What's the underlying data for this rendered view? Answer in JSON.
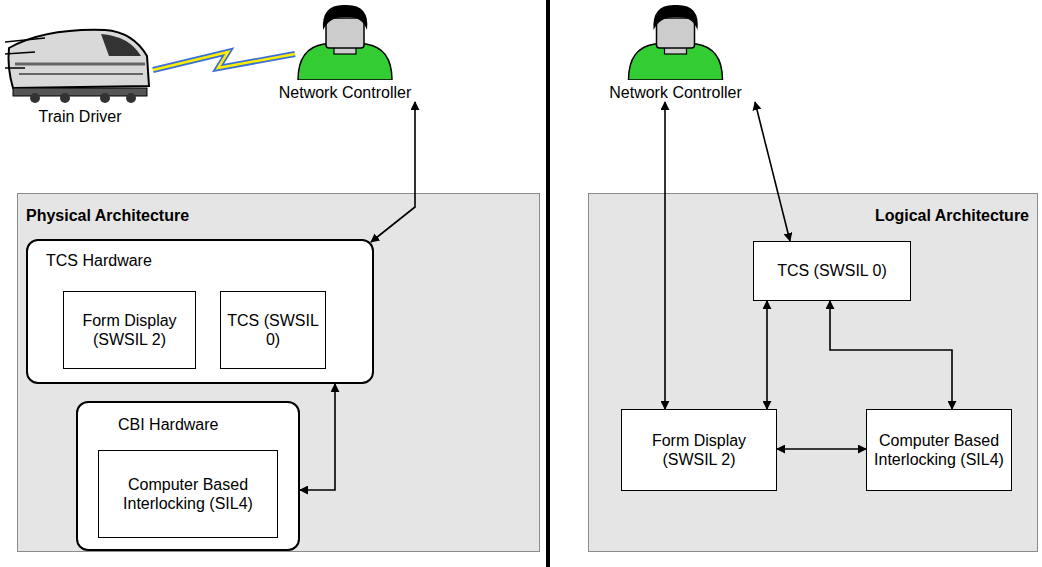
{
  "diagram": {
    "nodes": [
      {
        "text": [
          "Train Driver"
        ]
      },
      {
        "text": [
          "Network Controller"
        ]
      },
      {
        "text": [
          "Physical Architecture"
        ]
      },
      {
        "text": [
          "TCS Hardware"
        ],
        "in": 2
      },
      {
        "text": [
          "Form Display (SWSIL 2)"
        ],
        "in": 3
      },
      {
        "text": [
          "TCS (SWSIL 0)"
        ],
        "in": 3
      },
      {
        "text": [
          "CBI Hardware"
        ],
        "in": 2
      },
      {
        "text": [
          "Computer Based Interlocking (SIL4)"
        ],
        "in": 6
      },
      {
        "text": [
          "Network Controller"
        ]
      },
      {
        "text": [
          "Logical Architecture"
        ]
      },
      {
        "text": [
          "TCS (SWSIL 0)"
        ],
        "in": 9
      },
      {
        "text": [
          "Form Display (SWSIL 2)"
        ],
        "in": 9
      },
      {
        "text": [
          "Computer Based Interlocking (SIL4)"
        ],
        "in": 9
      }
    ],
    "edges": [
      {
        "from": 0,
        "to": 1,
        "arrow": "none"
      },
      {
        "from": 1,
        "to": 3,
        "arrow": "both"
      },
      {
        "from": 3,
        "to": 6,
        "arrow": "both"
      },
      {
        "from": 8,
        "to": 10,
        "arrow": "both"
      },
      {
        "from": 8,
        "to": 11,
        "arrow": "both"
      },
      {
        "from": 10,
        "to": 11,
        "arrow": "both"
      },
      {
        "from": 10,
        "to": 12,
        "arrow": "both"
      },
      {
        "from": 11,
        "to": 12,
        "arrow": "both"
      }
    ]
  }
}
